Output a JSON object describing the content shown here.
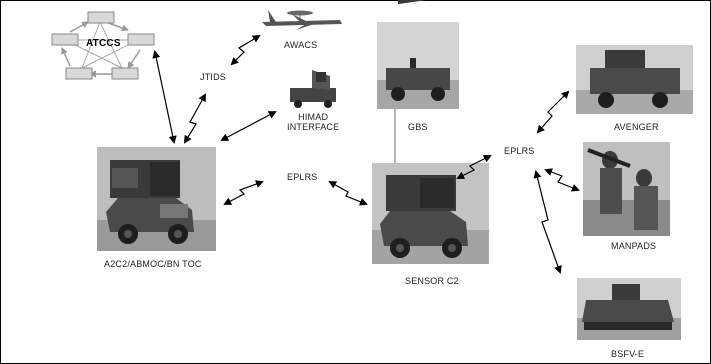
{
  "atccs": {
    "title": "ATCCS"
  },
  "nodes": {
    "awacs": "AWACS",
    "jtids": "JTIDS",
    "himad": "HIMAD\nINTERFACE",
    "gbs": "GBS",
    "eplrs_left": "EPLRS",
    "eplrs_right": "EPLRS",
    "a2c2": "A2C2/ABMOC/BN TOC",
    "sensor_c2": "SENSOR C2",
    "avenger": "AVENGER",
    "manpads": "MANPADS",
    "bsfv": "BSFV-E"
  },
  "colors": {
    "line": "#000000",
    "photo_dark": "#333333",
    "photo_mid": "#7a7a7a",
    "photo_light": "#c8c8c8",
    "box_fill": "#d9d9d9"
  },
  "icons": {
    "links": "lightning-bolt-double-arrow",
    "atccs": "pentagon-of-boxes"
  }
}
